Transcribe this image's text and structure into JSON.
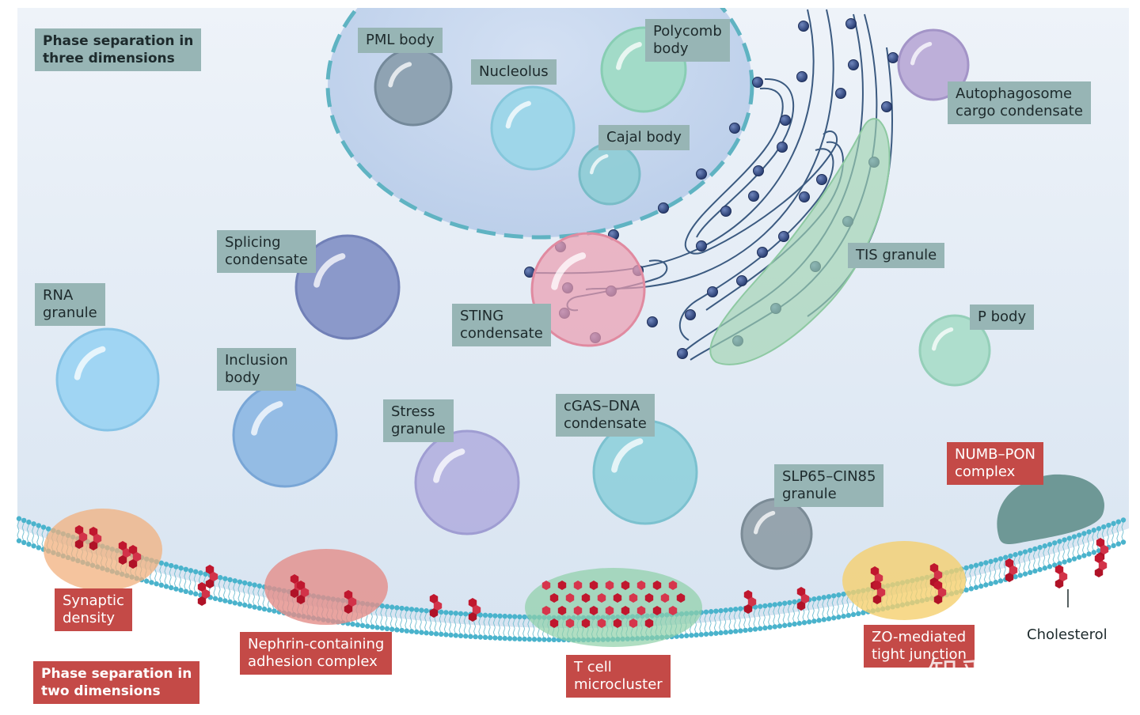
{
  "sections": {
    "three_d": [
      "Phase separation in",
      "three dimensions"
    ],
    "two_d": [
      "Phase separation in",
      "two dimensions"
    ]
  },
  "labels_3d": {
    "pml_body": [
      "PML body"
    ],
    "nucleolus": [
      "Nucleolus"
    ],
    "polycomb": [
      "Polycomb",
      "body"
    ],
    "cajal": [
      "Cajal body"
    ],
    "autophagosome": [
      "Autophagosome",
      "cargo condensate"
    ],
    "splicing": [
      "Splicing",
      "condensate"
    ],
    "rna_granule": [
      "RNA",
      "granule"
    ],
    "sting": [
      "STING",
      "condensate"
    ],
    "tis": [
      "TIS granule"
    ],
    "p_body": [
      "P body"
    ],
    "inclusion": [
      "Inclusion",
      "body"
    ],
    "stress": [
      "Stress",
      "granule"
    ],
    "cgas": [
      "cGAS–DNA",
      "condensate"
    ],
    "slp65": [
      "SLP65–CIN85",
      "granule"
    ]
  },
  "labels_2d": {
    "numb": [
      "NUMB–PON",
      "complex"
    ],
    "synaptic": [
      "Synaptic",
      "density"
    ],
    "nephrin": [
      "Nephrin-containing",
      "adhesion complex"
    ],
    "tcell": [
      "T cell",
      "microcluster"
    ],
    "zo": [
      "ZO-mediated",
      "tight junction"
    ]
  },
  "cholesterol": "Cholesterol",
  "watermark": "知乎 @祎螺",
  "colors": {
    "cytoplasm": "#dce7f3",
    "nucleus": "#c3d4ec",
    "nuclear_envelope": "#5fb3c2",
    "er_membrane": "#3b5a80",
    "ribosome": "#3d5690",
    "label_teal": "#97b5b5",
    "label_red": "#c44a47",
    "membrane_head": "#4ab3cc",
    "cholesterol": "#c0172e"
  }
}
